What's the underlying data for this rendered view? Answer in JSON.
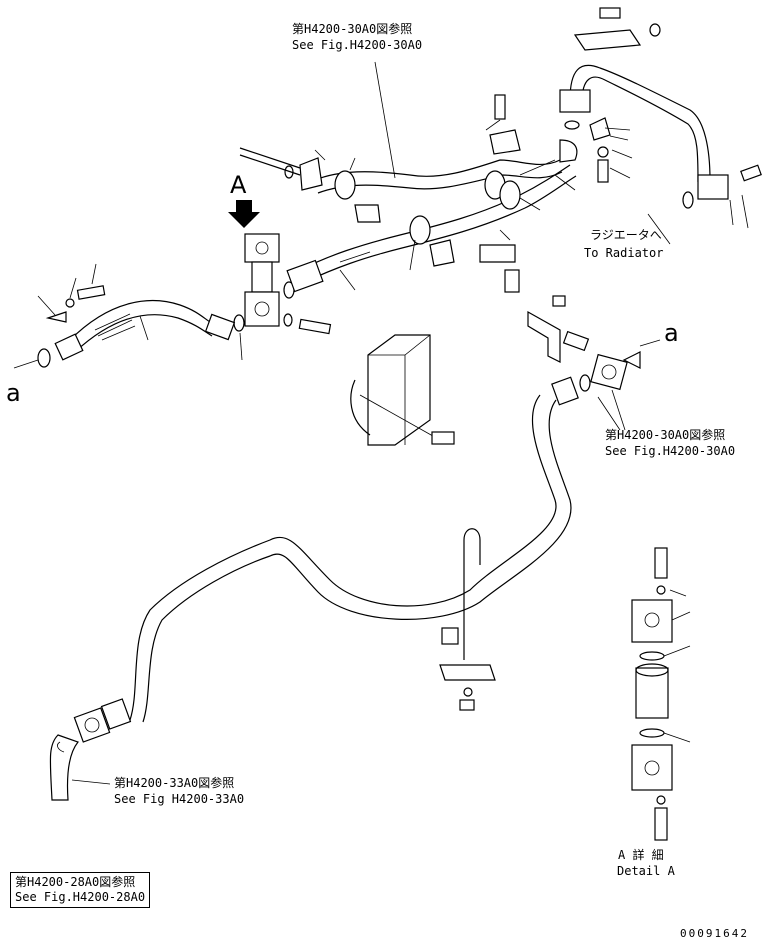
{
  "callouts": {
    "ref_top_jp": "第H4200-30A0図参照",
    "ref_top_en": "See Fig.H4200-30A0",
    "radiator_jp": "ラジエータへ",
    "radiator_en": "To Radiator",
    "ref_right_jp": "第H4200-30A0図参照",
    "ref_right_en": "See Fig.H4200-30A0",
    "ref_bottom_jp": "第H4200-33A0図参照",
    "ref_bottom_en": "See Fig H4200-33A0",
    "ref_box_jp": "第H4200-28A0図参照",
    "ref_box_en": "See Fig.H4200-28A0",
    "detail_jp": "A 詳 細",
    "detail_en": "Detail A",
    "view_letter": "A",
    "marker_left": "a",
    "marker_right": "a",
    "drawing_number": "00091642"
  }
}
